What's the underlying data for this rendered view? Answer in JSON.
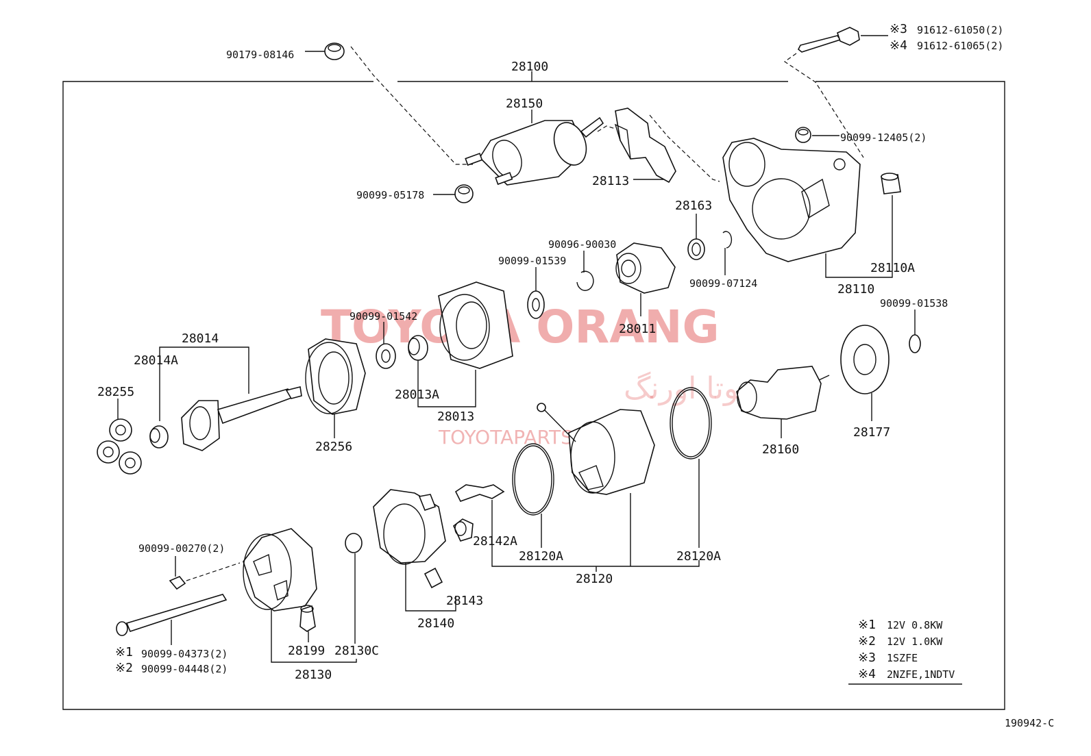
{
  "diagram_id": "190942-C",
  "watermark": {
    "brand": "TOYOTA ORANG",
    "persian": "تویوتا اورنگ",
    "site": "TOYOTAPARTS.IR"
  },
  "legend": [
    {
      "mark": "※1",
      "text": "12V 0.8KW"
    },
    {
      "mark": "※2",
      "text": "12V 1.0KW"
    },
    {
      "mark": "※3",
      "text": "1SZFE"
    },
    {
      "mark": "※4",
      "text": "2NZFE,1NDTV"
    }
  ],
  "labels": {
    "p28100": "28100",
    "p90179": "90179-08146",
    "p91612a_mark": "※3",
    "p91612a": "91612-61050(2)",
    "p91612b_mark": "※4",
    "p91612b": "91612-61065(2)",
    "p28150": "28150",
    "p90099_05178": "90099-05178",
    "p28113": "28113",
    "p90099_12405": "90099-12405(2)",
    "p28163": "28163",
    "p90096": "90096-90030",
    "p90099_01539": "90099-01539",
    "p90099_07124": "90099-07124",
    "p28110A": "28110A",
    "p28110": "28110",
    "p90099_01538": "90099-01538",
    "p90099_01542": "90099-01542",
    "p28011": "28011",
    "p28014": "28014",
    "p28014A": "28014A",
    "p28255": "28255",
    "p28013A": "28013A",
    "p28013": "28013",
    "p28256": "28256",
    "p28160": "28160",
    "p28177": "28177",
    "p90099_00270": "90099-00270(2)",
    "p28142A": "28142A",
    "p28120A_left": "28120A",
    "p28120A_right": "28120A",
    "p28120": "28120",
    "p28143": "28143",
    "p28140": "28140",
    "p28199": "28199",
    "p28130C": "28130C",
    "p28130": "28130",
    "bolt_mark1": "※1",
    "bolt_pn1": "90099-04373(2)",
    "bolt_mark2": "※2",
    "bolt_pn2": "90099-04448(2)"
  },
  "colors": {
    "ink": "#111111",
    "watermark": "#e46a6a",
    "background": "#ffffff"
  }
}
